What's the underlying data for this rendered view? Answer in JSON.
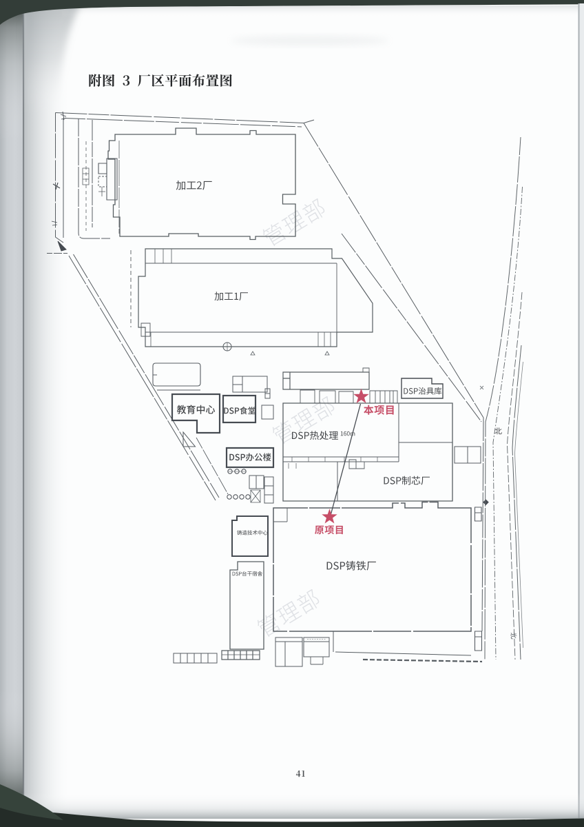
{
  "document": {
    "title": "附图 3 厂区平面布置图",
    "page_number": "41",
    "watermark_text": "管理部"
  },
  "plan": {
    "buildings": [
      {
        "label": "加工2厂"
      },
      {
        "label": "加工1厂"
      },
      {
        "label": "教育中心"
      },
      {
        "label": "DSP食堂"
      },
      {
        "label": "DSP热处理"
      },
      {
        "label": "DSP治具库"
      },
      {
        "label": "DSP办公楼"
      },
      {
        "label": "DSP制芯厂"
      },
      {
        "label": "铸造技术中心"
      },
      {
        "label": "DSP台干宿舍"
      },
      {
        "label": "DSP铸铁厂"
      }
    ],
    "markers": {
      "current_project": {
        "label": "本项目",
        "color": "#c4455f"
      },
      "original_project": {
        "label": "原项目",
        "color": "#c4455f"
      },
      "distance_label": "160m",
      "north_label": "北"
    },
    "ink_color": "#4f555a",
    "watermark_color": "#ccd0d6"
  }
}
